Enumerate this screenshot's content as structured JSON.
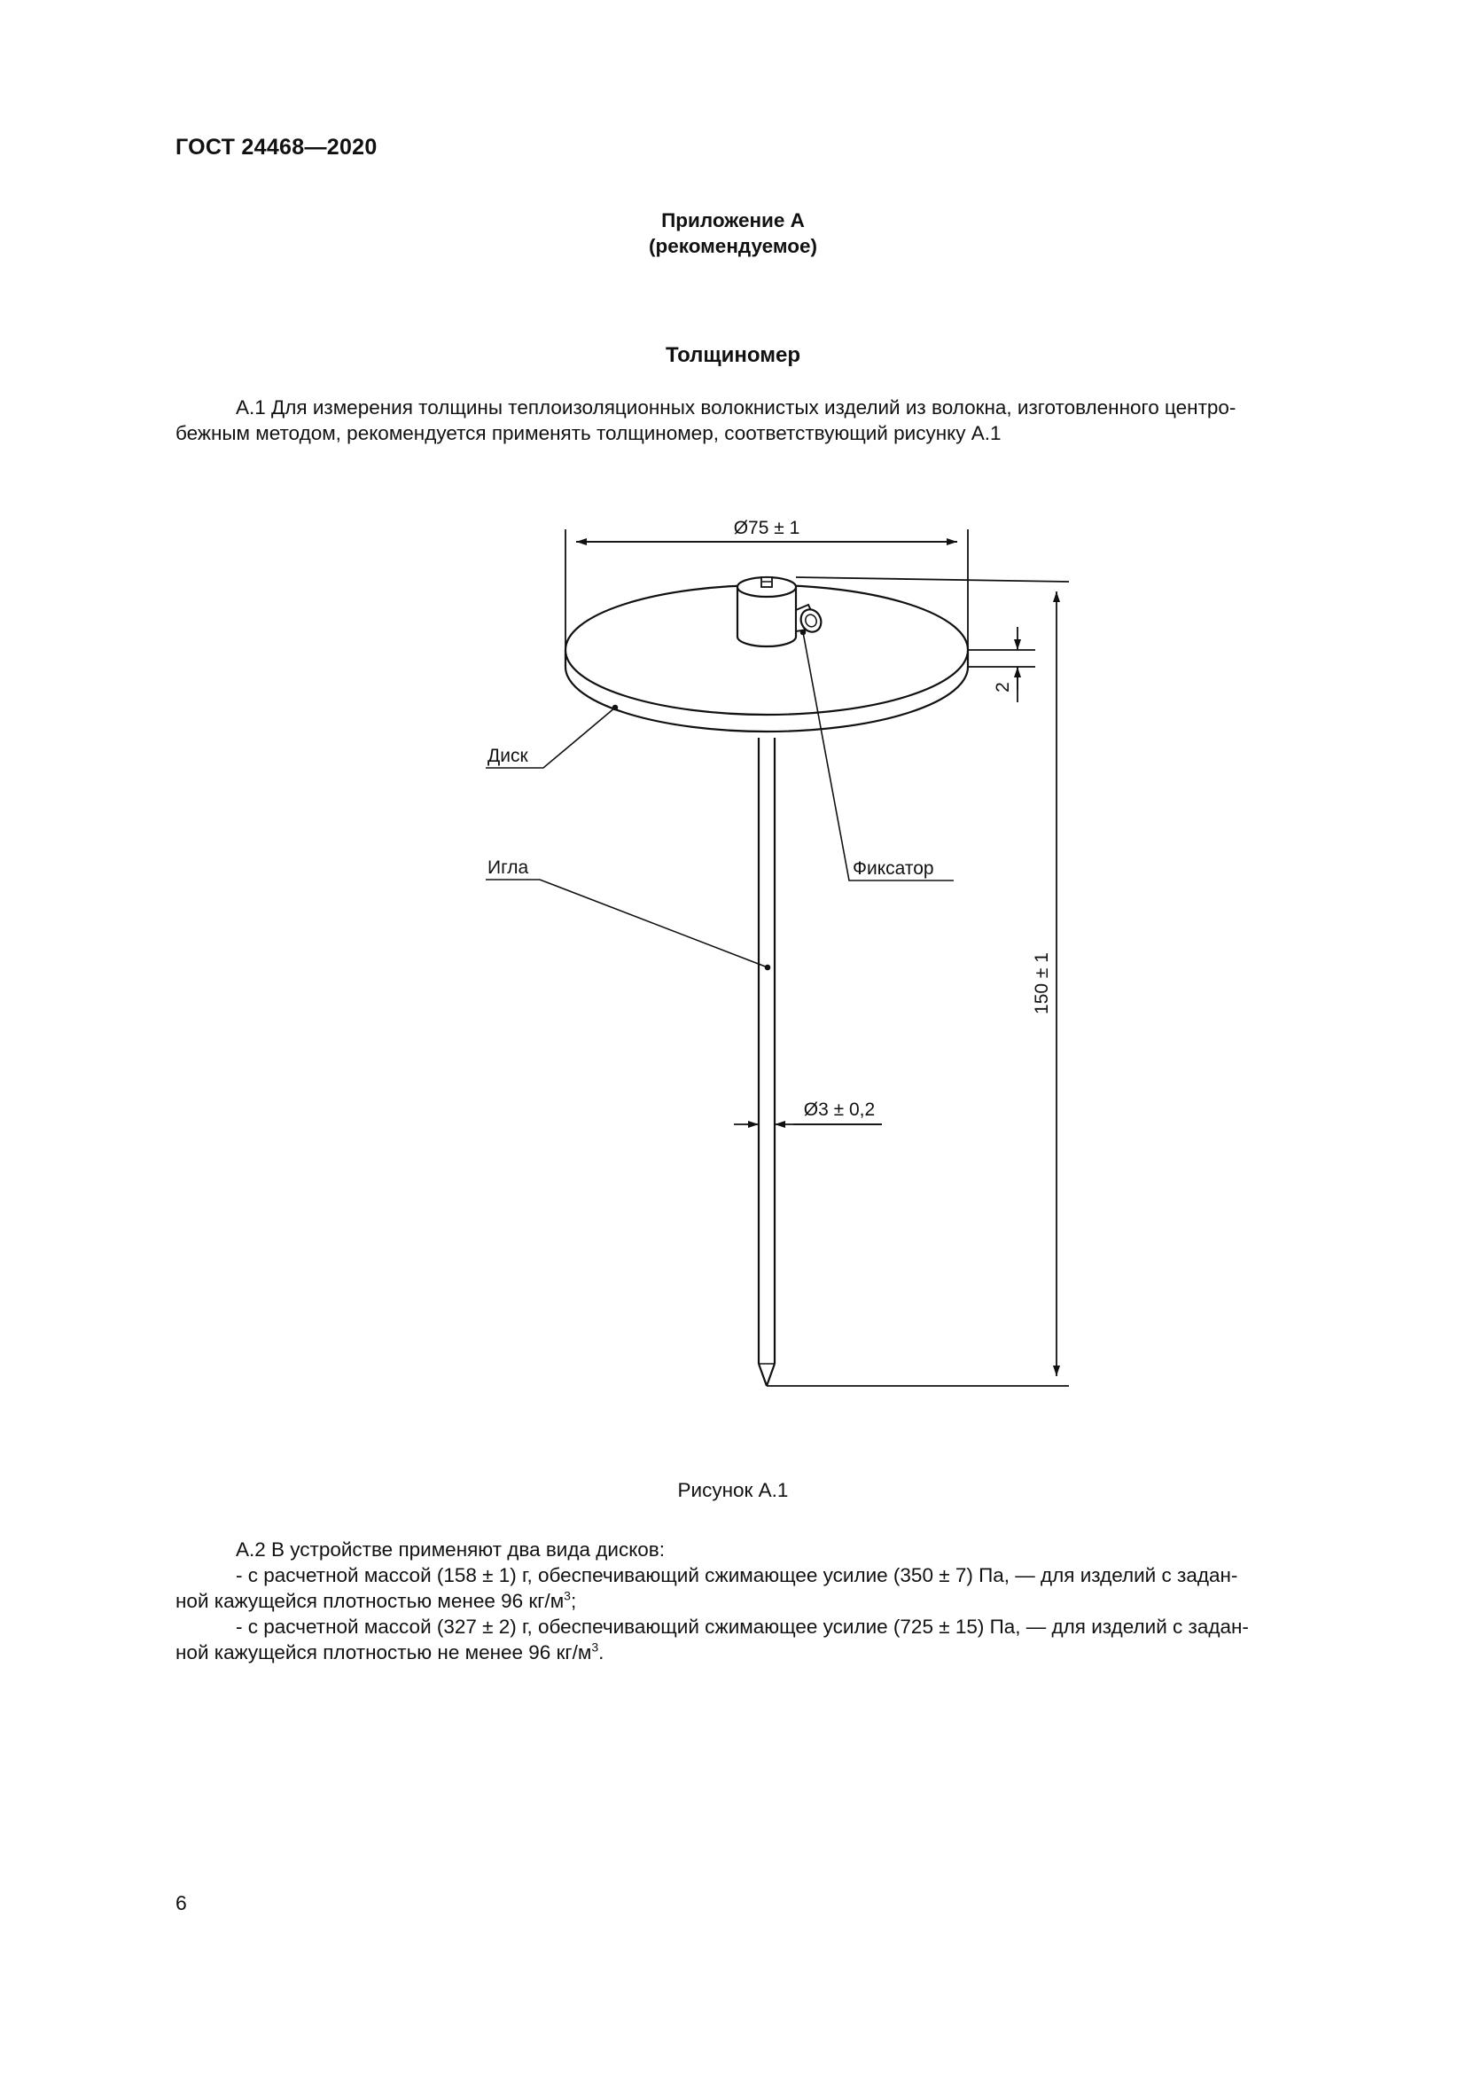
{
  "header": {
    "doc_id": "ГОСТ 24468—2020"
  },
  "annex": {
    "title": "Приложение А",
    "status": "(рекомендуемое)"
  },
  "section": {
    "title": "Толщиномер"
  },
  "paragraph_a1": {
    "line1": "А.1 Для измерения толщины теплоизоляционных волокнистых изделий из волокна, изготовленного центро-",
    "line2": "бежным методом, рекомендуется применять толщиномер, соответствующий рисунку А.1"
  },
  "figure": {
    "labels": {
      "disk": "Диск",
      "needle": "Игла",
      "fixator": "Фиксатор"
    },
    "dimensions": {
      "disk_diameter": "Ø75 ± 1",
      "disk_thickness": "2",
      "total_height": "150 ± 1",
      "needle_diameter": "Ø3 ± 0,2"
    },
    "caption": "Рисунок А.1"
  },
  "paragraph_a2": {
    "intro": "А.2 В устройстве применяют два вида дисков:",
    "item1_line1": "- с расчетной массой (158 ± 1) г, обеспечивающий сжимающее усилие (350 ± 7) Па, — для изделий с задан-",
    "item1_line2": "ной кажущейся плотностью менее 96 кг/м",
    "item1_sup": "3",
    "item1_end": ";",
    "item2_line1": "- с расчетной массой (327 ± 2) г, обеспечивающий сжимающее усилие (725 ± 15) Па, — для изделий с задан-",
    "item2_line2": "ной кажущейся плотностью не менее 96 кг/м",
    "item2_sup": "3",
    "item2_end": "."
  },
  "footer": {
    "page_number": "6"
  }
}
